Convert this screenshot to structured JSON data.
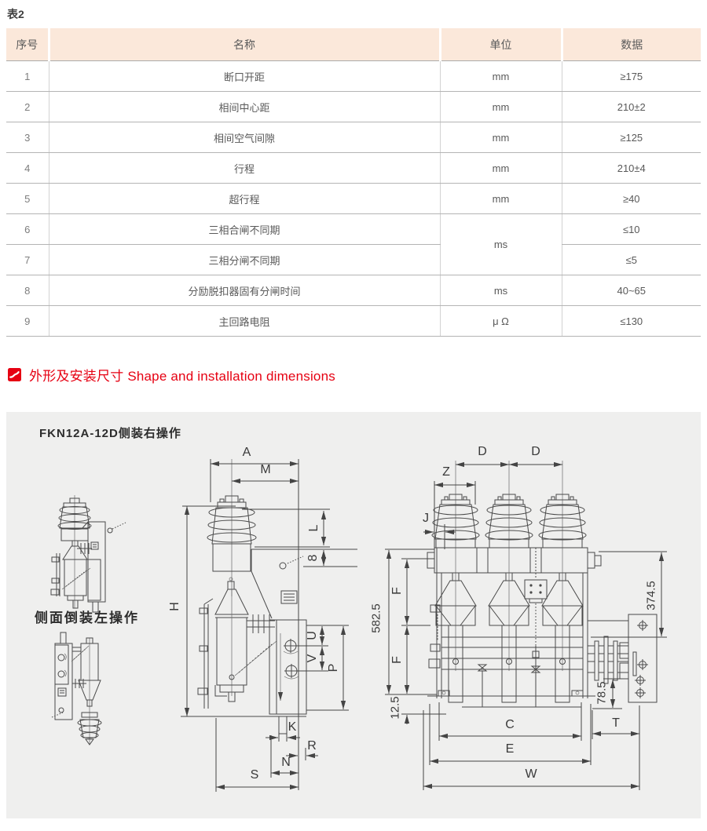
{
  "page": {
    "table_label": "表2"
  },
  "table": {
    "headers": {
      "no": "序号",
      "name": "名称",
      "unit": "单位",
      "value": "数据"
    },
    "rows": [
      {
        "no": "1",
        "name": "断口开距",
        "unit": "mm",
        "value": "≥175"
      },
      {
        "no": "2",
        "name": "相间中心距",
        "unit": "mm",
        "value": "210±2"
      },
      {
        "no": "3",
        "name": "相间空气间隙",
        "unit": "mm",
        "value": "≥125"
      },
      {
        "no": "4",
        "name": "行程",
        "unit": "mm",
        "value": "210±4"
      },
      {
        "no": "5",
        "name": "超行程",
        "unit": "mm",
        "value": "≥40"
      },
      {
        "no": "6",
        "name": "三相合闸不同期",
        "unit": "ms",
        "value": "≤10"
      },
      {
        "no": "7",
        "name": "三相分闸不同期",
        "unit": "",
        "value": "≤5"
      },
      {
        "no": "8",
        "name": "分励脱扣器固有分闸时间",
        "unit": "ms",
        "value": "40~65"
      },
      {
        "no": "9",
        "name": "主回路电阻",
        "unit": "μ Ω",
        "value": "≤130"
      }
    ]
  },
  "section": {
    "title": "外形及安装尺寸 Shape and installation dimensions"
  },
  "drawing": {
    "title_right_mount": "FKN12A-12D侧装右操作",
    "title_left_mount": "侧面倒装左操作",
    "dims": {
      "center": {
        "a": "A",
        "m": "M",
        "l": "L",
        "n8": "8",
        "h": "H",
        "u": "U",
        "v": "V",
        "p": "P",
        "k": "K",
        "r": "R",
        "n": "N",
        "s": "S"
      },
      "right": {
        "d1": "D",
        "d2": "D",
        "z": "Z",
        "j": "J",
        "f1": "F",
        "f2": "F",
        "v5825": "582.5",
        "v125": "12.5",
        "v3745": "374.5",
        "v785": "78.5",
        "c": "C",
        "e": "E",
        "w": "W",
        "t": "T"
      }
    }
  },
  "colors": {
    "accent_red": "#e60012",
    "table_header_bg": "#fbe8da",
    "panel_bg": "#efefee",
    "line": "#4a4a4a"
  }
}
